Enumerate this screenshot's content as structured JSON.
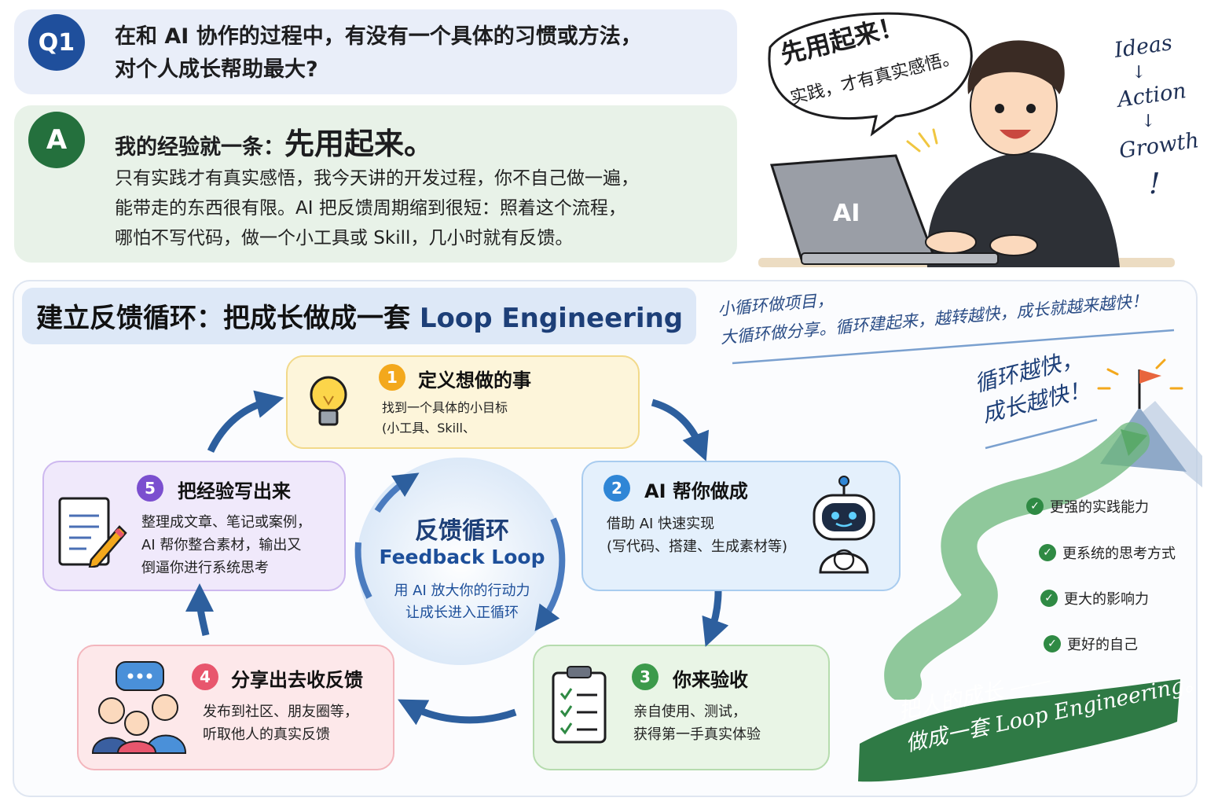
{
  "qa": {
    "q_badge": "Q1",
    "question_line1": "在和 AI 协作的过程中，有没有一个具体的习惯或方法，",
    "question_line2": "对个人成长帮助最大?",
    "a_badge": "A",
    "answer_lead": "我的经验就一条：",
    "answer_emphasis": "先用起来。",
    "answer_line1": "只有实践才有真实感悟，我今天讲的开发过程，你不自己做一遍，",
    "answer_line2": "能带走的东西很有限。AI 把反馈周期缩到很短：照着这个流程，",
    "answer_line3": "哪怕不写代码，做一个小工具或 Skill，几小时就有反馈。"
  },
  "hero": {
    "bubble_line1": "先用起来！",
    "bubble_line2": "实践，才有真实感悟。",
    "laptop_label": "AI",
    "flow_ideas": "Ideas",
    "flow_action": "Action",
    "flow_growth": "Growth",
    "flow_arrow": "↓",
    "flow_excl": "!"
  },
  "section": {
    "title_zh": "建立反馈循环：把成长做成一套 ",
    "title_en": "Loop Engineering",
    "note_line1": "小循环做项目，",
    "note_line2": "大循环做分享。循环建起来，越转越快，成长就越来越快！"
  },
  "steps": [
    {
      "num": "1",
      "title": "定义想做的事",
      "desc1": "找到一个具体的小目标",
      "desc2": "(小工具、Skill、"
    },
    {
      "num": "2",
      "title": "AI 帮你做成",
      "desc1": "借助 AI 快速实现",
      "desc2": "(写代码、搭建、生成素材等)"
    },
    {
      "num": "3",
      "title": "你来验收",
      "desc1": "亲自使用、测试，",
      "desc2": "获得第一手真实体验"
    },
    {
      "num": "4",
      "title": "分享出去收反馈",
      "desc1": "发布到社区、朋友圈等，",
      "desc2": "听取他人的真实反馈"
    },
    {
      "num": "5",
      "title": "把经验写出来",
      "desc1": "整理成文章、笔记或案例，",
      "desc2": "AI 帮你整合素材，输出又",
      "desc3": "倒逼你进行系统思考"
    }
  ],
  "center": {
    "title": "反馈循环",
    "subtitle": "Feedback Loop",
    "desc1": "用 AI 放大你的行动力",
    "desc2": "让成长进入正循环"
  },
  "growth": {
    "slogan_line1": "循环越快，",
    "slogan_line2": "成长越快！",
    "benefits": [
      "更强的实践能力",
      "更系统的思考方式",
      "更大的影响力",
      "更好的自己"
    ],
    "check": "✓",
    "footer_line1": "把人的成长 ——",
    "footer_line2": "做成一套 Loop Engineering。"
  },
  "colors": {
    "q_blue": "#1f4f9c",
    "a_green": "#24703d",
    "step1": "#f3a81c",
    "step2": "#2f86d6",
    "step3": "#3c9a4b",
    "step4": "#e8566d",
    "step5": "#7b4fcf",
    "arrow": "#2d5f9e",
    "brush_green": "#2f7a45"
  }
}
